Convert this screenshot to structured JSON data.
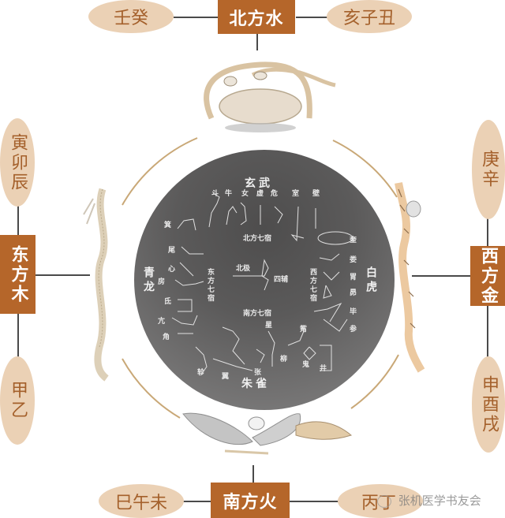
{
  "directions": {
    "north": {
      "label": "北方水",
      "stems": "壬癸",
      "branches": "亥子丑",
      "creature": "玄武"
    },
    "east": {
      "label": "东方木",
      "branches": "寅卯辰",
      "stems": "甲乙",
      "creature": "青龙"
    },
    "west": {
      "label": "西方金",
      "stems": "庚辛",
      "branches": "申酉戌",
      "creature": "白虎"
    },
    "south": {
      "label": "南方火",
      "branches": "巳午未",
      "stems": "丙丁",
      "creature": "朱雀"
    }
  },
  "star_map": {
    "center": {
      "pole": "北极",
      "four_assistants": "四辅"
    },
    "north_group": {
      "title": "北方七宿",
      "mansions": [
        "斗",
        "牛",
        "女",
        "虚",
        "危",
        "室",
        "壁"
      ]
    },
    "east_group": {
      "title": "东方七宿",
      "mansions": [
        "角",
        "亢",
        "氐",
        "房",
        "心",
        "尾",
        "箕"
      ]
    },
    "west_group": {
      "title": "西方七宿",
      "mansions": [
        "奎",
        "娄",
        "胃",
        "昴",
        "毕",
        "参",
        "觜"
      ]
    },
    "south_group": {
      "title": "南方七宿",
      "mansions": [
        "井",
        "鬼",
        "柳",
        "星",
        "张",
        "翼",
        "轸"
      ]
    }
  },
  "colors": {
    "box": "#b5662a",
    "oval": "#ebd1b5",
    "oval_text": "#a4602b",
    "disc": "#5b5a5a",
    "arc": "#c9a877"
  },
  "watermark": {
    "text": "张机医学书友会"
  }
}
